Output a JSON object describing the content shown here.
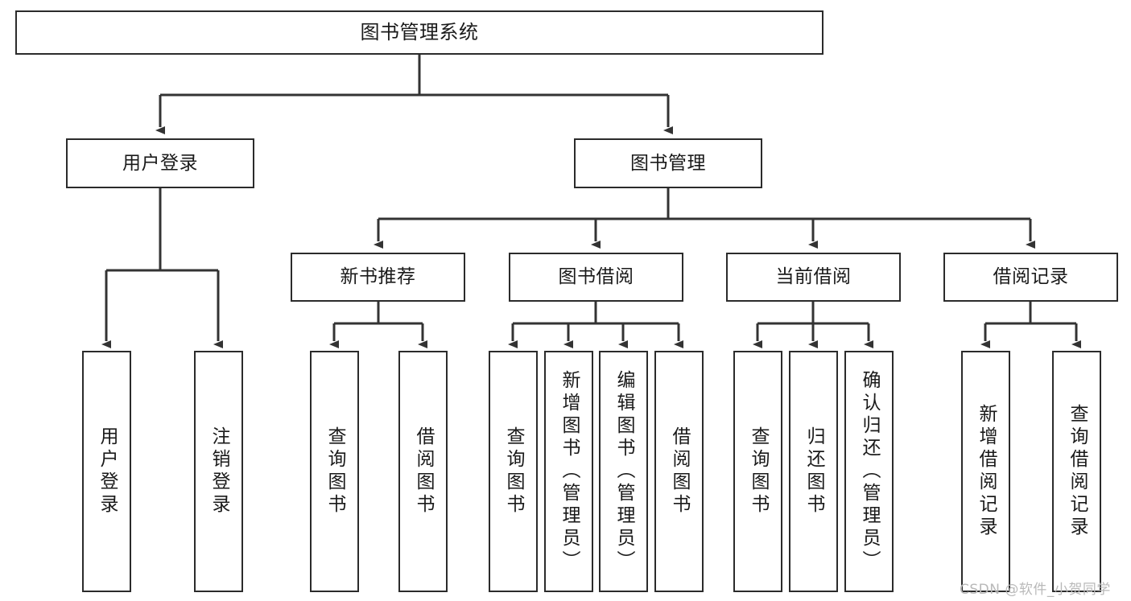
{
  "diagram": {
    "type": "tree-hierarchy",
    "title": "图书管理系统",
    "colors": {
      "background": "#ffffff",
      "box_border": "#2b2b2b",
      "connector": "#333333",
      "text": "#1a1a1a",
      "watermark": "#b9b9b9"
    },
    "levels": {
      "root": {
        "label": "图书管理系统"
      },
      "level2": [
        {
          "label": "用户登录"
        },
        {
          "label": "图书管理"
        }
      ],
      "level3": [
        {
          "label": "新书推荐"
        },
        {
          "label": "图书借阅"
        },
        {
          "label": "当前借阅"
        },
        {
          "label": "借阅记录"
        }
      ],
      "leaves": {
        "user_login": [
          {
            "label": "用户登录"
          },
          {
            "label": "注销登录"
          }
        ],
        "new_book_recommend": [
          {
            "label": "查询图书"
          },
          {
            "label": "借阅图书"
          }
        ],
        "book_borrow": [
          {
            "label": "查询图书"
          },
          {
            "label": "新增图书（管理员）"
          },
          {
            "label": "编辑图书（管理员）"
          },
          {
            "label": "借阅图书"
          }
        ],
        "current_borrow": [
          {
            "label": "查询图书"
          },
          {
            "label": "归还图书"
          },
          {
            "label": "确认归还（管理员）"
          }
        ],
        "borrow_record": [
          {
            "label": "新增借阅记录"
          },
          {
            "label": "查询借阅记录"
          }
        ]
      }
    }
  },
  "watermark": {
    "text": "CSDN @软件_小贺同学"
  }
}
